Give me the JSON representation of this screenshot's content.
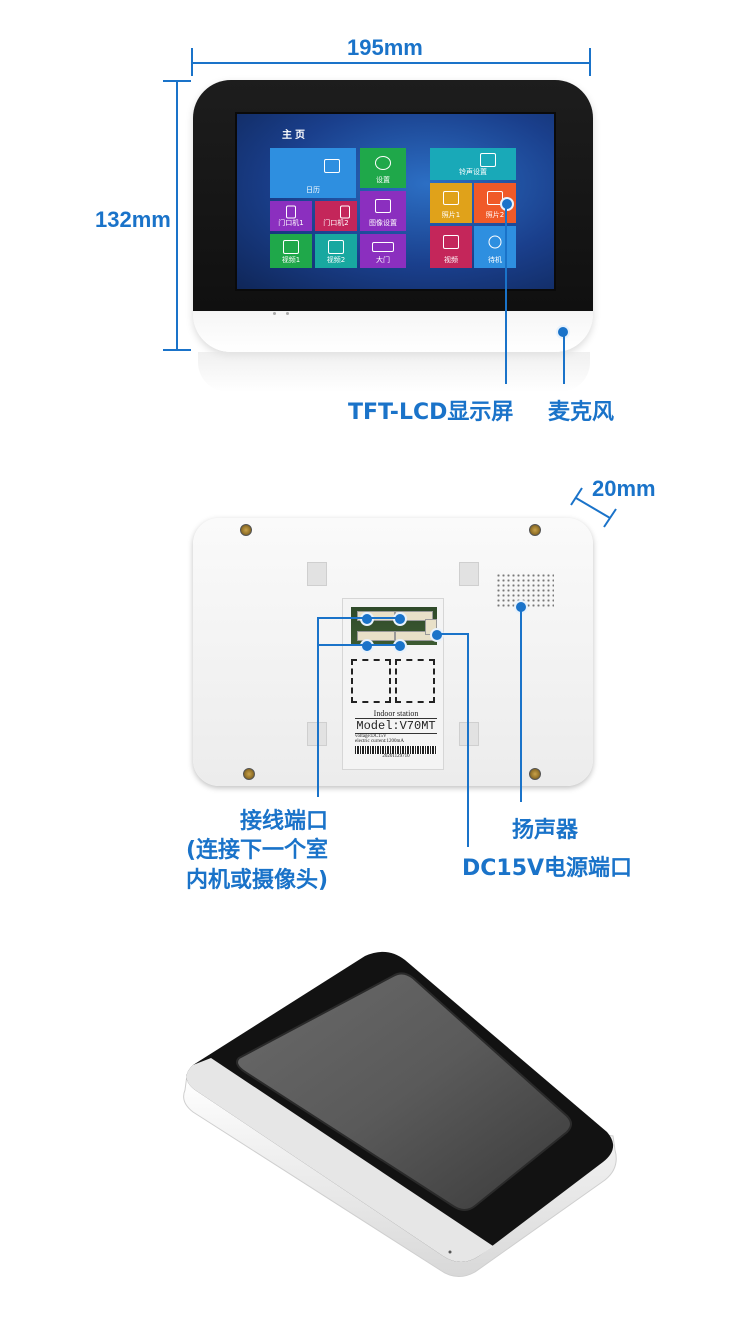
{
  "dimensions": {
    "width_label": "195mm",
    "height_label": "132mm",
    "depth_label": "20mm"
  },
  "front_screen": {
    "home_title": "主页",
    "tiles": [
      {
        "label": "日历",
        "icon": "calendar-icon",
        "color": "#2e8fe0"
      },
      {
        "label": "设置",
        "icon": "gears-icon",
        "color": "#1fa84a"
      },
      {
        "label": "铃声设置",
        "icon": "bell-settings-icon",
        "color": "#19a9b8"
      },
      {
        "label": "门口机1",
        "icon": "door-station-icon",
        "color": "#8b2fbf"
      },
      {
        "label": "门口机2",
        "icon": "door-station-icon",
        "color": "#c4265a"
      },
      {
        "label": "图像设置",
        "icon": "image-settings-icon",
        "color": "#8b2fbf"
      },
      {
        "label": "照片1",
        "icon": "photo-icon",
        "color": "#e0a21a"
      },
      {
        "label": "照片2",
        "icon": "sd-photo-icon",
        "color": "#f05a28"
      },
      {
        "label": "视频1",
        "icon": "camera-icon",
        "color": "#1fa84a"
      },
      {
        "label": "视频2",
        "icon": "camera-icon",
        "color": "#18a8a0"
      },
      {
        "label": "大门",
        "icon": "gate-icon",
        "color": "#8b2fbf"
      },
      {
        "label": "视频",
        "icon": "video-camera-icon",
        "color": "#c4265a"
      },
      {
        "label": "待机",
        "icon": "power-icon",
        "color": "#2e8fe0"
      }
    ]
  },
  "callouts": {
    "display": "TFT-LCD显示屏",
    "microphone": "麦克风",
    "wiring_port_line1": "接线端口",
    "wiring_port_line2": "(连接下一个室",
    "wiring_port_line3": "内机或摄像头)",
    "speaker": "扬声器",
    "power_port": "DC15V电源端口"
  },
  "back_label": {
    "title": "Indoor station",
    "model": "Model:V70MT",
    "voltage": "voltage:DC15V",
    "current": "electric current:1200mA",
    "serial": "20201129710"
  }
}
